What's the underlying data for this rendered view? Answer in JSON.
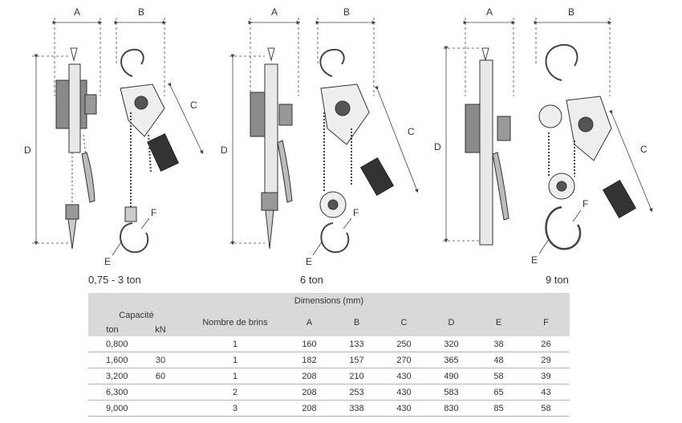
{
  "drawings": [
    {
      "label": "0,75 - 3 ton",
      "dims": [
        "A",
        "B",
        "C",
        "D",
        "E",
        "F"
      ]
    },
    {
      "label": "6 ton",
      "dims": [
        "A",
        "B",
        "C",
        "D",
        "E",
        "F"
      ]
    },
    {
      "label": "9 ton",
      "dims": [
        "A",
        "B",
        "C",
        "D",
        "E",
        "F"
      ]
    }
  ],
  "table": {
    "title": "Dimensions (mm)",
    "capacity_header": "Capacité",
    "ton_header": "ton",
    "kn_header": "kN",
    "falls_header": "Nombre de brins",
    "dim_headers": [
      "A",
      "B",
      "C",
      "D",
      "E",
      "F"
    ],
    "rows": [
      {
        "ton": "0,800",
        "kn": "",
        "falls": "1",
        "A": "160",
        "B": "133",
        "C": "250",
        "D": "320",
        "E": "38",
        "F": "26"
      },
      {
        "ton": "1,600",
        "kn": "30",
        "falls": "1",
        "A": "182",
        "B": "157",
        "C": "270",
        "D": "365",
        "E": "48",
        "F": "29"
      },
      {
        "ton": "3,200",
        "kn": "60",
        "falls": "1",
        "A": "208",
        "B": "210",
        "C": "430",
        "D": "490",
        "E": "58",
        "F": "39"
      },
      {
        "ton": "6,300",
        "kn": "",
        "falls": "2",
        "A": "208",
        "B": "253",
        "C": "430",
        "D": "583",
        "E": "65",
        "F": "43"
      },
      {
        "ton": "9,000",
        "kn": "",
        "falls": "3",
        "A": "208",
        "B": "338",
        "C": "430",
        "D": "830",
        "E": "85",
        "F": "58"
      }
    ]
  }
}
